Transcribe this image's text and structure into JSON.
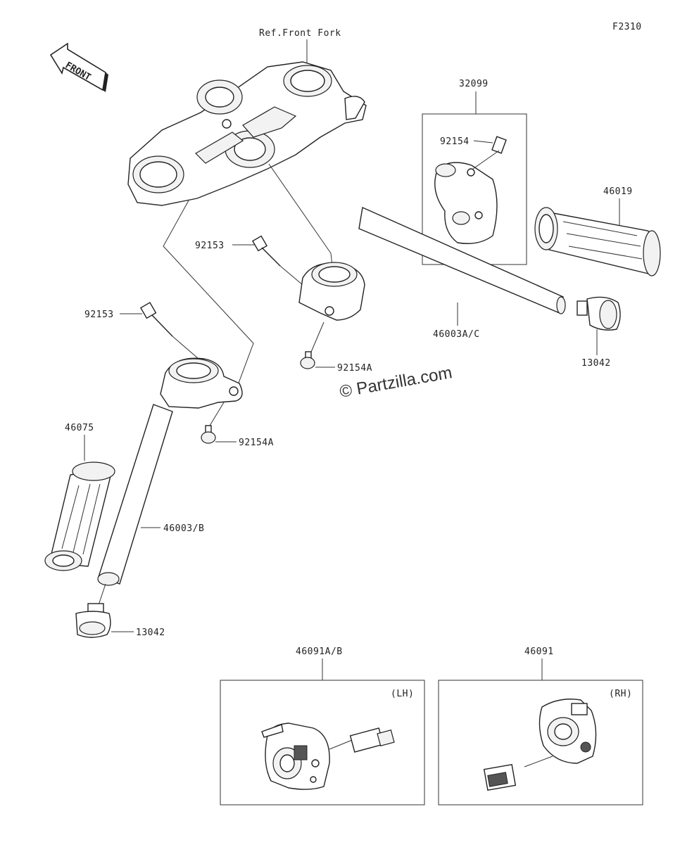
{
  "diagram": {
    "code": "F2310",
    "ref_front_fork": "Ref.Front Fork",
    "front_arrow": "FRONT",
    "watermark": "© Partzilla.com",
    "side_left": "(LH)",
    "side_right": "(RH)",
    "parts": {
      "p32099": "32099",
      "p92154": "92154",
      "p46019": "46019",
      "p92153_a": "92153",
      "p92153_b": "92153",
      "p46003ac": "46003A/C",
      "p13042_r": "13042",
      "p92154a_r": "92154A",
      "p92154a_l": "92154A",
      "p46075": "46075",
      "p46003b": "46003/B",
      "p13042_l": "13042",
      "p46091ab": "46091A/B",
      "p46091": "46091"
    }
  }
}
